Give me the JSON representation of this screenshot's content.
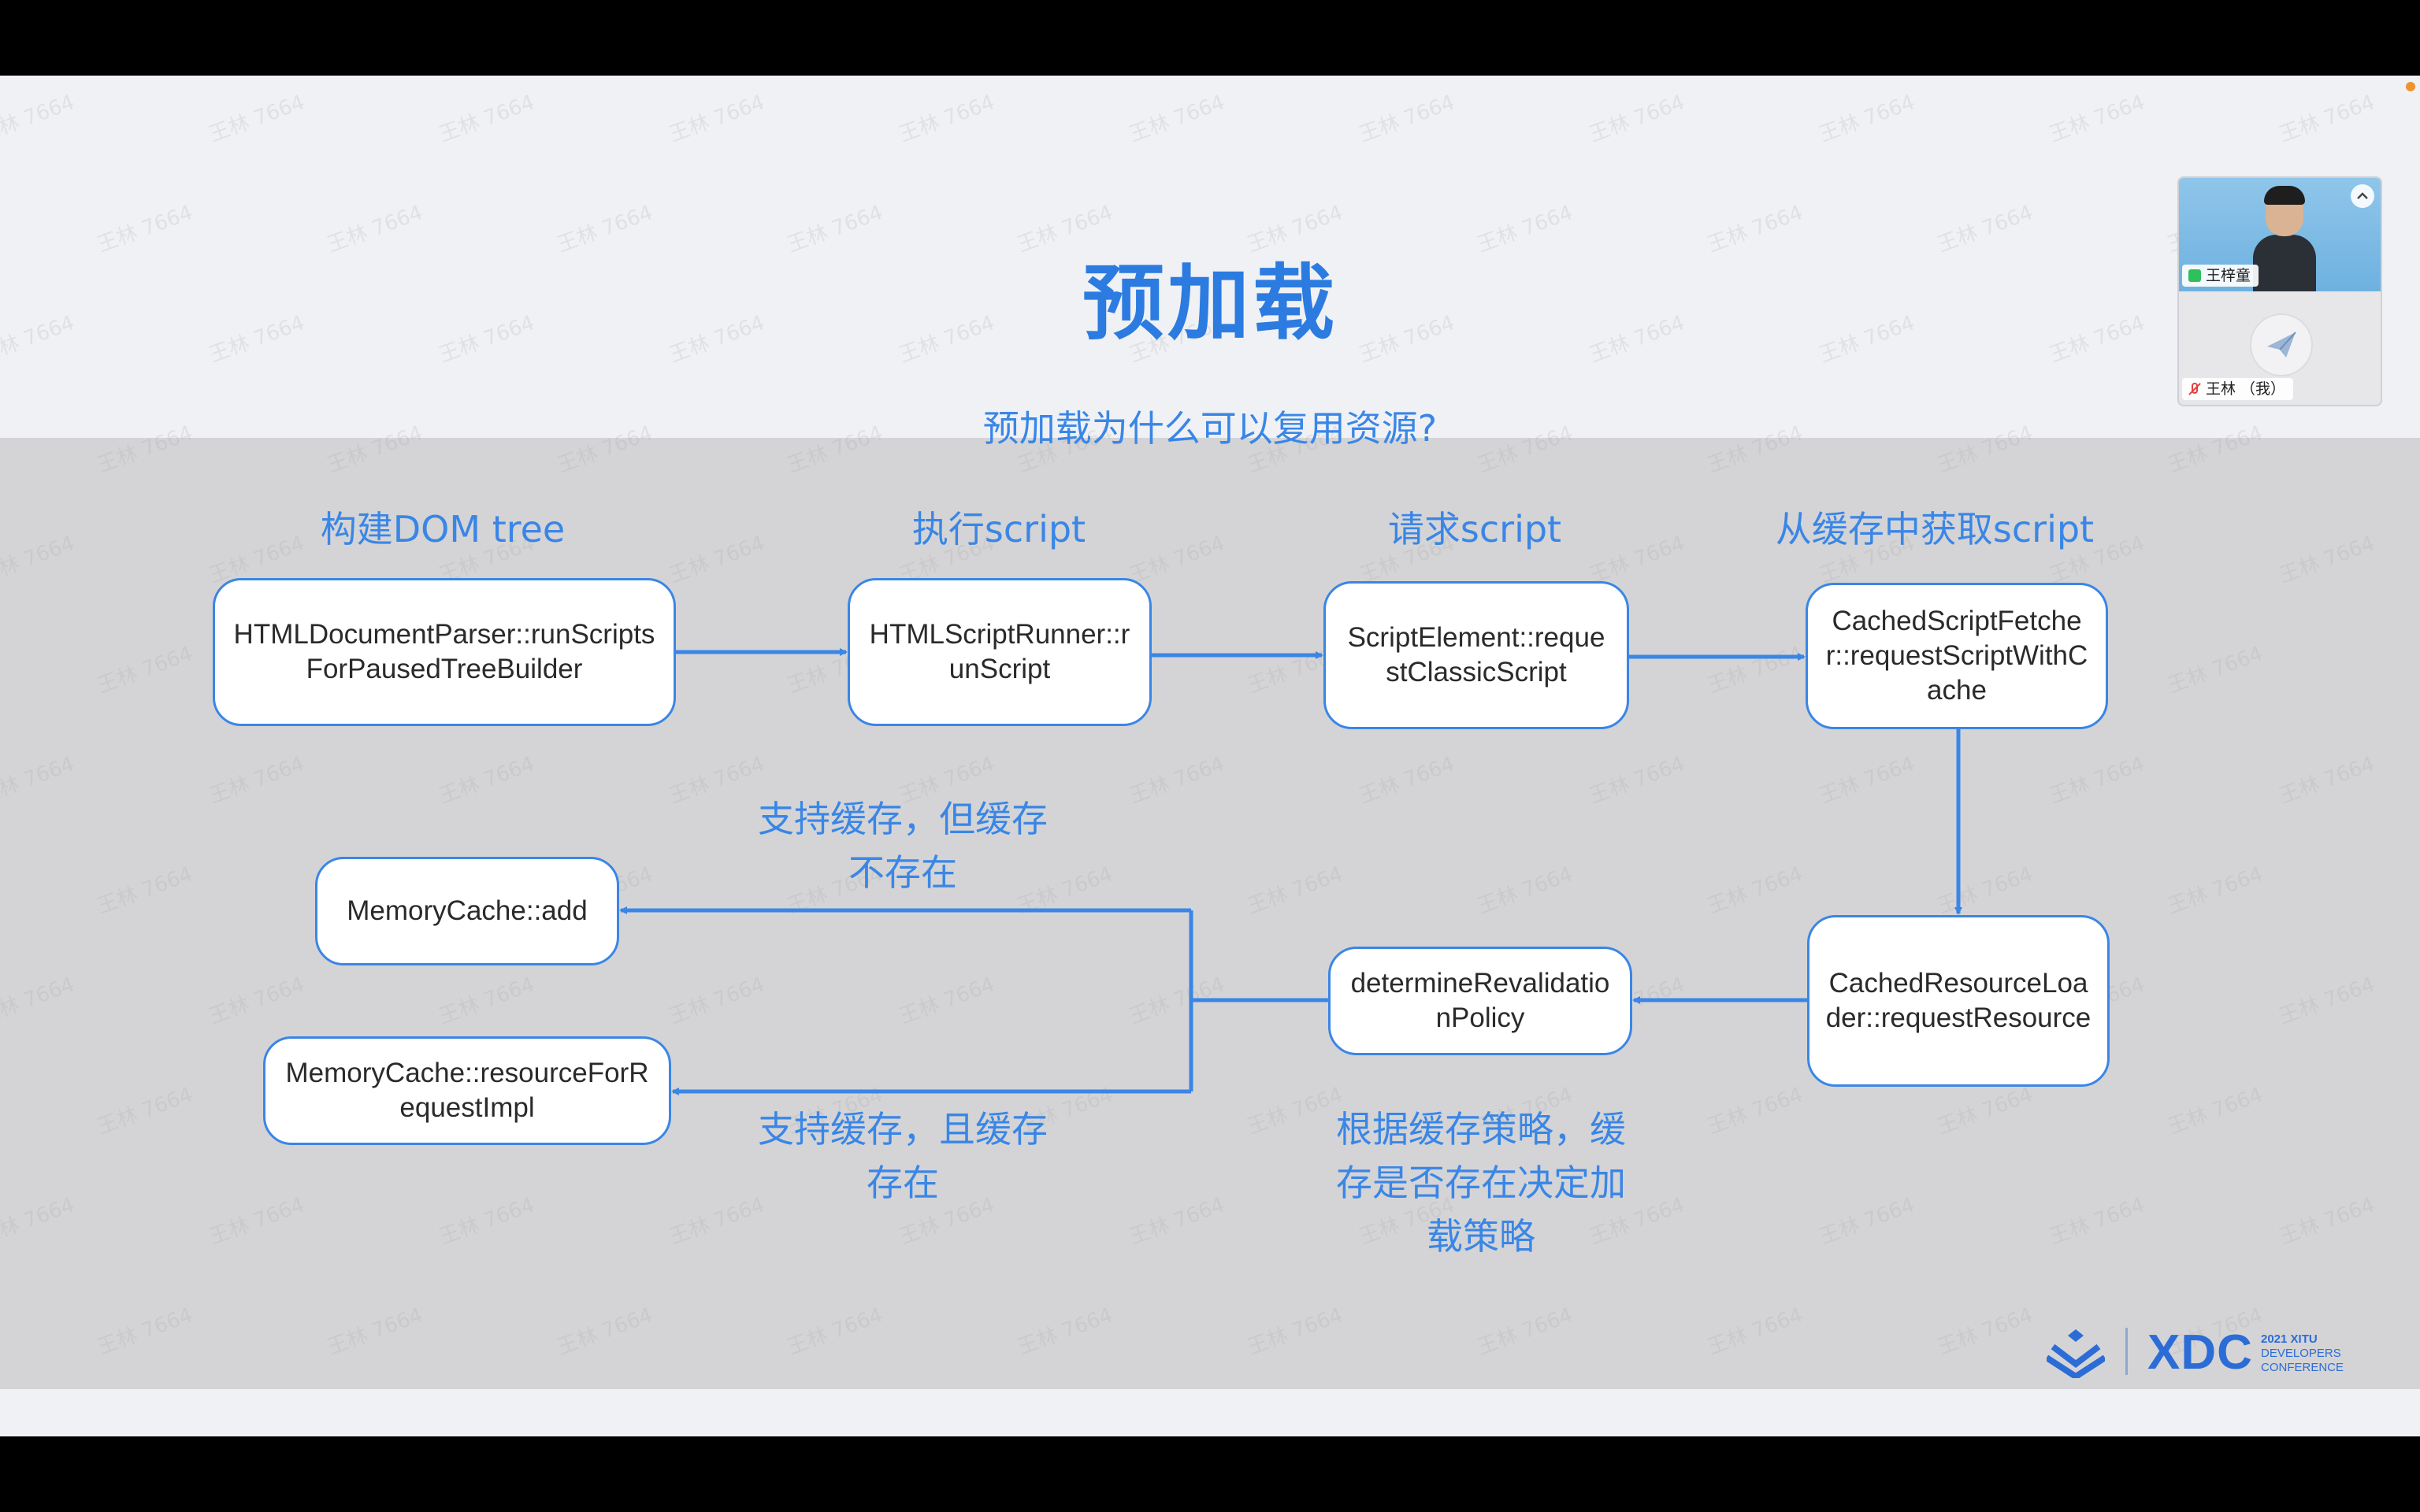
{
  "slide": {
    "title": "预加载",
    "subtitle": "预加载为什么可以复用资源?",
    "watermark": "王林 7664"
  },
  "stages": {
    "build_dom": "构建DOM tree",
    "exec_script": "执行script",
    "request_script": "请求script",
    "from_cache": "从缓存中获取script"
  },
  "nodes": {
    "html_document_parser": "HTMLDocumentParser::runScriptsForPausedTreeBuilder",
    "html_script_runner": "HTMLScriptRunner::runScript",
    "script_element": "ScriptElement::requestClassicScript",
    "cached_script_fetcher": "CachedScriptFetcher::requestScriptWithCache",
    "cached_resource_loader": "CachedResourceLoader::requestResource",
    "determine_revalidation": "determineRevalidationPolicy",
    "memory_cache_add": "MemoryCache::add",
    "memory_cache_resource": "MemoryCache::resourceForRequestImpl"
  },
  "notes": {
    "cache_missing": "支持缓存，但缓存不存在",
    "cache_exists": "支持缓存，且缓存存在",
    "policy": "根据缓存策略，缓存是否存在决定加载策略"
  },
  "video": {
    "participant_1": "王梓童",
    "participant_2": "王林 （我）",
    "collapse_icon": "chevron-up-icon"
  },
  "logo": {
    "brand": "XDC",
    "line1": "2021 XITU",
    "line2": "DEVELOPERS",
    "line3": "CONFERENCE"
  },
  "colors": {
    "accent": "#3a86e6",
    "title": "#2c7be0",
    "band": "#d4d4d6",
    "slide_bg": "#eff1f5"
  }
}
